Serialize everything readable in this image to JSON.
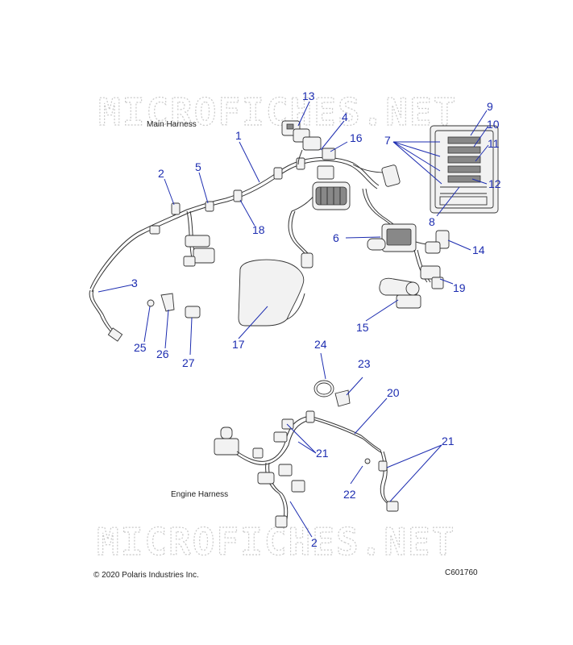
{
  "captions": {
    "main_harness": "Main Harness",
    "engine_harness": "Engine Harness",
    "copyright": "© 2020 Polaris Industries Inc.",
    "figure_code": "C601760"
  },
  "watermarks": [
    "MICROFICHES.NET",
    "MICROFICHES.NET"
  ],
  "callouts": [
    {
      "id": "c1",
      "text": "1"
    },
    {
      "id": "c2a",
      "text": "2"
    },
    {
      "id": "c2b",
      "text": "2"
    },
    {
      "id": "c3",
      "text": "3"
    },
    {
      "id": "c4",
      "text": "4"
    },
    {
      "id": "c5",
      "text": "5"
    },
    {
      "id": "c6",
      "text": "6"
    },
    {
      "id": "c7",
      "text": "7"
    },
    {
      "id": "c8",
      "text": "8"
    },
    {
      "id": "c9",
      "text": "9"
    },
    {
      "id": "c10",
      "text": "10"
    },
    {
      "id": "c11",
      "text": "11"
    },
    {
      "id": "c12",
      "text": "12"
    },
    {
      "id": "c13",
      "text": "13"
    },
    {
      "id": "c14",
      "text": "14"
    },
    {
      "id": "c15",
      "text": "15"
    },
    {
      "id": "c16",
      "text": "16"
    },
    {
      "id": "c17",
      "text": "17"
    },
    {
      "id": "c18",
      "text": "18"
    },
    {
      "id": "c19",
      "text": "19"
    },
    {
      "id": "c20",
      "text": "20"
    },
    {
      "id": "c21a",
      "text": "21"
    },
    {
      "id": "c21b",
      "text": "21"
    },
    {
      "id": "c22",
      "text": "22"
    },
    {
      "id": "c23",
      "text": "23"
    },
    {
      "id": "c24",
      "text": "24"
    },
    {
      "id": "c25",
      "text": "25"
    },
    {
      "id": "c26",
      "text": "26"
    },
    {
      "id": "c27",
      "text": "27"
    }
  ],
  "colors": {
    "callout": "#1c2cb0",
    "line_art": "#333333",
    "watermark": "#c9c9c9"
  }
}
